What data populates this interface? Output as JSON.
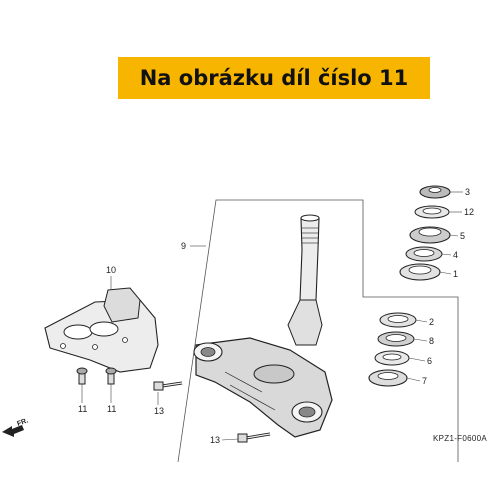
{
  "banner": {
    "text": "Na obrázku díl číslo 11",
    "color": "#F7B500"
  },
  "callouts": [
    "3",
    "12",
    "5",
    "4",
    "1",
    "9",
    "10",
    "2",
    "8",
    "6",
    "7",
    "11",
    "11",
    "13",
    "13"
  ],
  "diagram_code": "KPZ1-F0600A",
  "front_label": "FR."
}
